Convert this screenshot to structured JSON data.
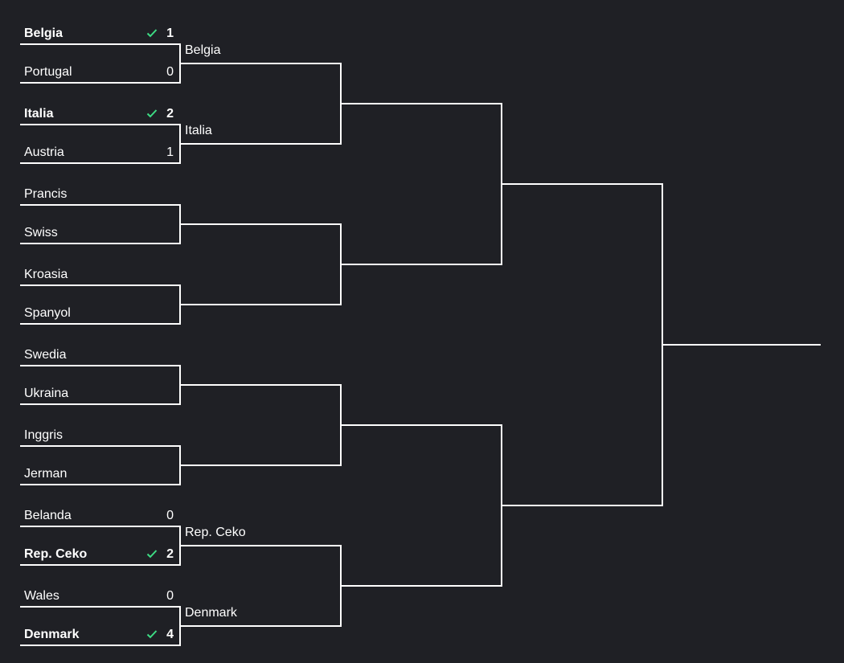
{
  "colors": {
    "background": "#1f2025",
    "line": "#ffffff",
    "check": "#3ddc84"
  },
  "round_of_16": [
    {
      "top": {
        "name": "Belgia",
        "score": "1",
        "winner": true
      },
      "bottom": {
        "name": "Portugal",
        "score": "0",
        "winner": false
      },
      "advancing": "Belgia"
    },
    {
      "top": {
        "name": "Italia",
        "score": "2",
        "winner": true
      },
      "bottom": {
        "name": "Austria",
        "score": "1",
        "winner": false
      },
      "advancing": "Italia"
    },
    {
      "top": {
        "name": "Prancis",
        "score": "",
        "winner": false
      },
      "bottom": {
        "name": "Swiss",
        "score": "",
        "winner": false
      },
      "advancing": ""
    },
    {
      "top": {
        "name": "Kroasia",
        "score": "",
        "winner": false
      },
      "bottom": {
        "name": "Spanyol",
        "score": "",
        "winner": false
      },
      "advancing": ""
    },
    {
      "top": {
        "name": "Swedia",
        "score": "",
        "winner": false
      },
      "bottom": {
        "name": "Ukraina",
        "score": "",
        "winner": false
      },
      "advancing": ""
    },
    {
      "top": {
        "name": "Inggris",
        "score": "",
        "winner": false
      },
      "bottom": {
        "name": "Jerman",
        "score": "",
        "winner": false
      },
      "advancing": ""
    },
    {
      "top": {
        "name": "Belanda",
        "score": "0",
        "winner": false
      },
      "bottom": {
        "name": "Rep. Ceko",
        "score": "2",
        "winner": true
      },
      "advancing": "Rep. Ceko"
    },
    {
      "top": {
        "name": "Wales",
        "score": "0",
        "winner": false
      },
      "bottom": {
        "name": "Denmark",
        "score": "4",
        "winner": true
      },
      "advancing": "Denmark"
    }
  ]
}
